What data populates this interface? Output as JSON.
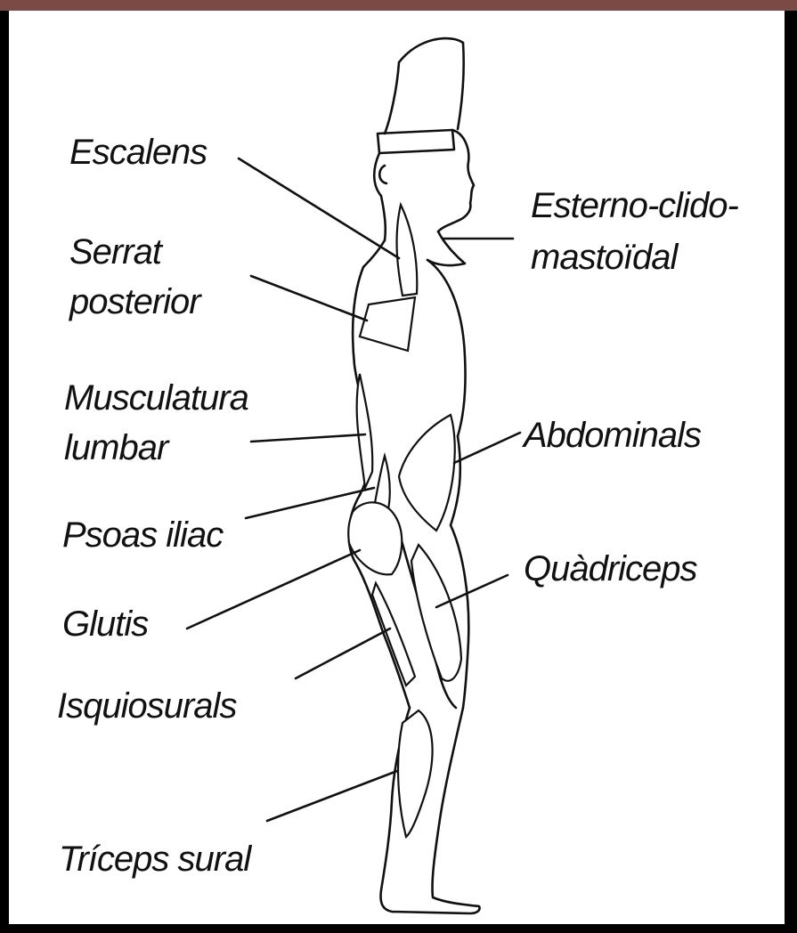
{
  "labels": {
    "escalens": "Escalens",
    "serrat_1": "Serrat",
    "serrat_2": "posterior",
    "musculatura_1": "Musculatura",
    "musculatura_2": "lumbar",
    "psoas": "Psoas iliac",
    "glutis": "Glutis",
    "isquiosurals": "Isquiosurals",
    "triceps": "Tríceps sural",
    "esterno_1": "Esterno-clido-",
    "esterno_2": "mastoïdal",
    "abdominals": "Abdominals",
    "quadriceps": "Quàdriceps"
  },
  "colors": {
    "frame_top": "#7a4b44",
    "ink": "#111111",
    "paper": "#ffffff"
  }
}
